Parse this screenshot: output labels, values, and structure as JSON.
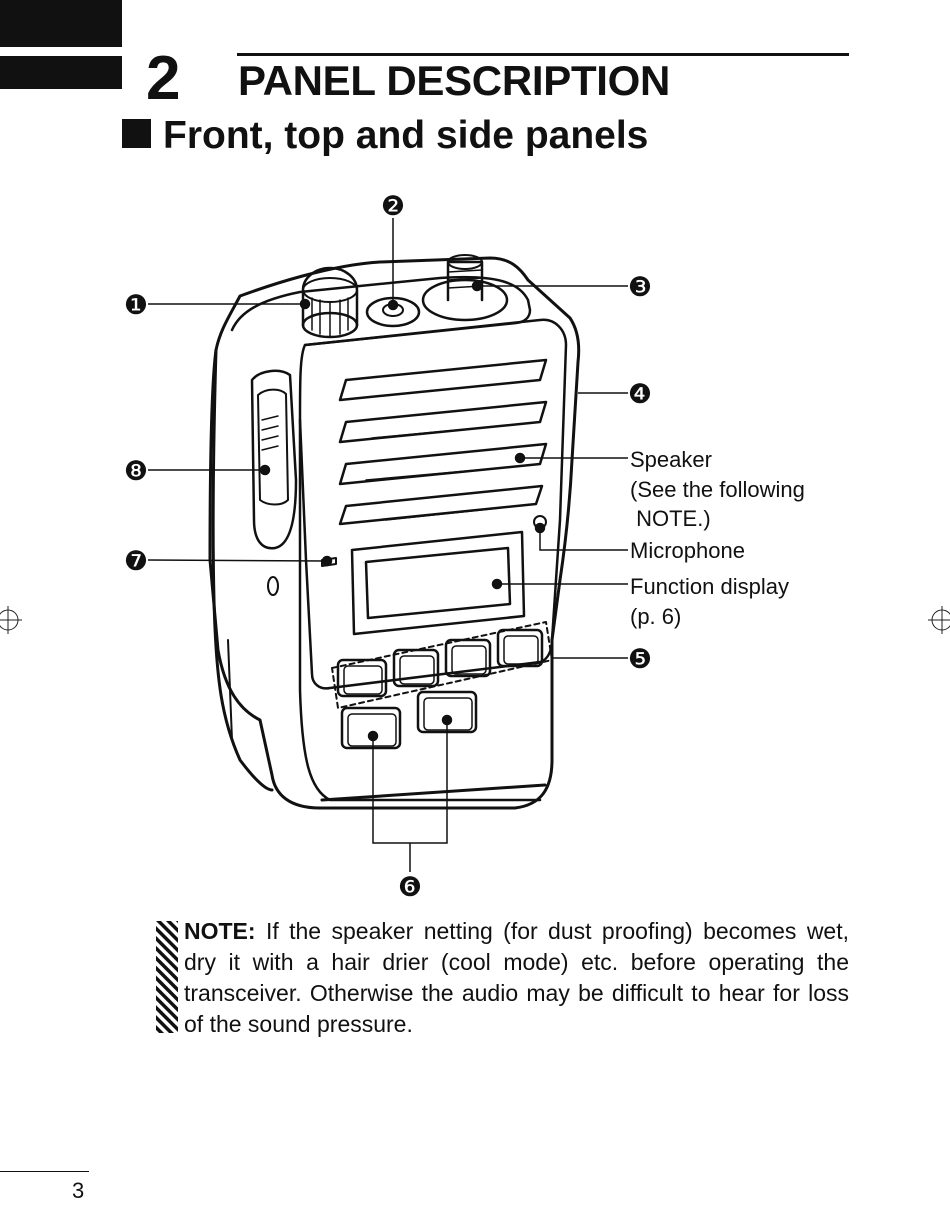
{
  "chapter": {
    "number": "2",
    "title": "PANEL DESCRIPTION"
  },
  "section": {
    "title": "Front, top and side panels"
  },
  "callouts": [
    {
      "marker": "❶"
    },
    {
      "marker": "❷"
    },
    {
      "marker": "❸"
    },
    {
      "marker": "❹"
    },
    {
      "marker": "❺"
    },
    {
      "marker": "❻"
    },
    {
      "marker": "❼"
    },
    {
      "marker": "❽"
    }
  ],
  "labels": {
    "speaker": [
      "Speaker",
      "(See the following",
      " NOTE.)"
    ],
    "microphone": "Microphone",
    "function_display": [
      "Function display",
      "(p. 6)"
    ]
  },
  "note": {
    "label": "NOTE:",
    "text": " If the speaker netting (for dust proofing) becomes wet, dry it with a hair drier (cool mode) etc. before operating the transceiver. Otherwise the audio may be difficult to hear for loss of the sound pressure."
  },
  "page_number": "3"
}
